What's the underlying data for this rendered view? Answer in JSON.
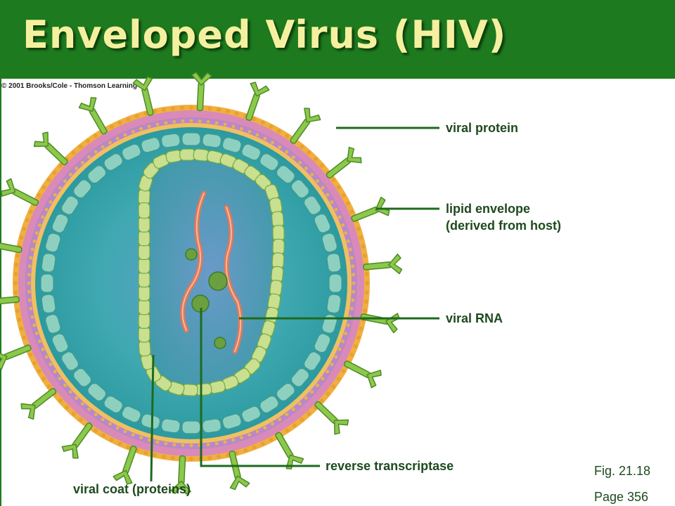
{
  "title": "Enveloped Virus (HIV)",
  "copyright": "© 2001 Brooks/Cole - Thomson Learning",
  "labels": {
    "viral_protein": "viral protein",
    "lipid_envelope_1": "lipid envelope",
    "lipid_envelope_2": "(derived from host)",
    "viral_rna": "viral RNA",
    "reverse_transcriptase": "reverse transcriptase",
    "viral_coat": "viral coat (proteins)"
  },
  "figure": {
    "fig_ref": "Fig. 21.18",
    "page_ref": "Page 356"
  },
  "colors": {
    "title_bar": "#1e7a1e",
    "title_text": "#f5f0a0",
    "label_text": "#1e4a1e",
    "leader_line": "#1e6a1e"
  }
}
